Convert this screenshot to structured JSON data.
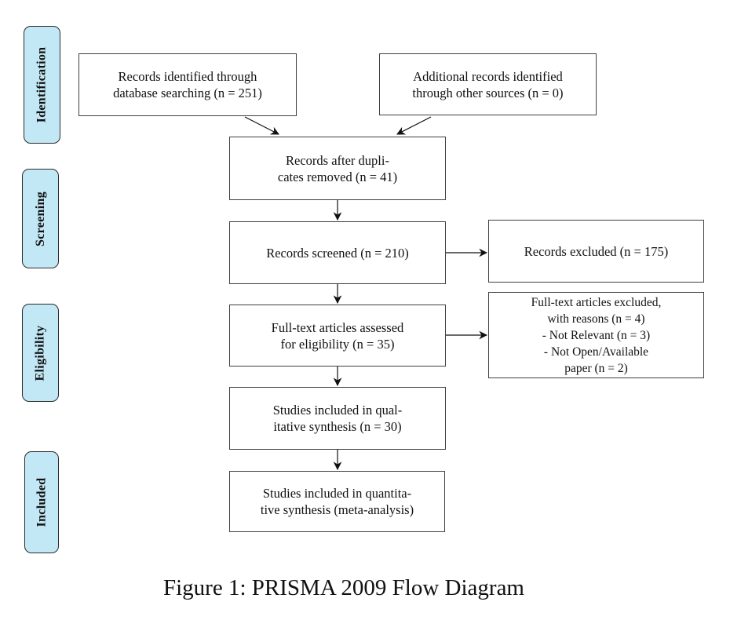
{
  "stages": [
    {
      "label": "Identification"
    },
    {
      "label": "Screening"
    },
    {
      "label": "Eligibility"
    },
    {
      "label": "Included"
    }
  ],
  "boxes": {
    "records_identified": "Records identified through\ndatabase searching (n = 251)",
    "additional_records": "Additional records identified\nthrough other sources (n = 0)",
    "duplicates_removed": "Records after dupli-\ncates removed (n = 41)",
    "records_screened": "Records screened (n = 210)",
    "records_excluded": "Records excluded (n = 175)",
    "fulltext_assessed": "Full-text articles assessed\nfor eligibility (n = 35)",
    "fulltext_excluded": "Full-text articles excluded,\nwith reasons (n = 4)\n- Not Relevant (n = 3)\n- Not Open/Available\npaper (n = 2)",
    "qualitative_synthesis": "Studies included in qual-\nitative synthesis (n = 30)",
    "quantitative_synthesis": "Studies included in quantita-\ntive synthesis (meta-analysis)"
  },
  "caption": "Figure 1: PRISMA 2009 Flow Diagram",
  "colors": {
    "stage_fill": "#c2e7f5",
    "stage_border": "#2a2a2a",
    "box_border": "#3f3f3f",
    "arrow": "#111111",
    "text": "#111111"
  }
}
